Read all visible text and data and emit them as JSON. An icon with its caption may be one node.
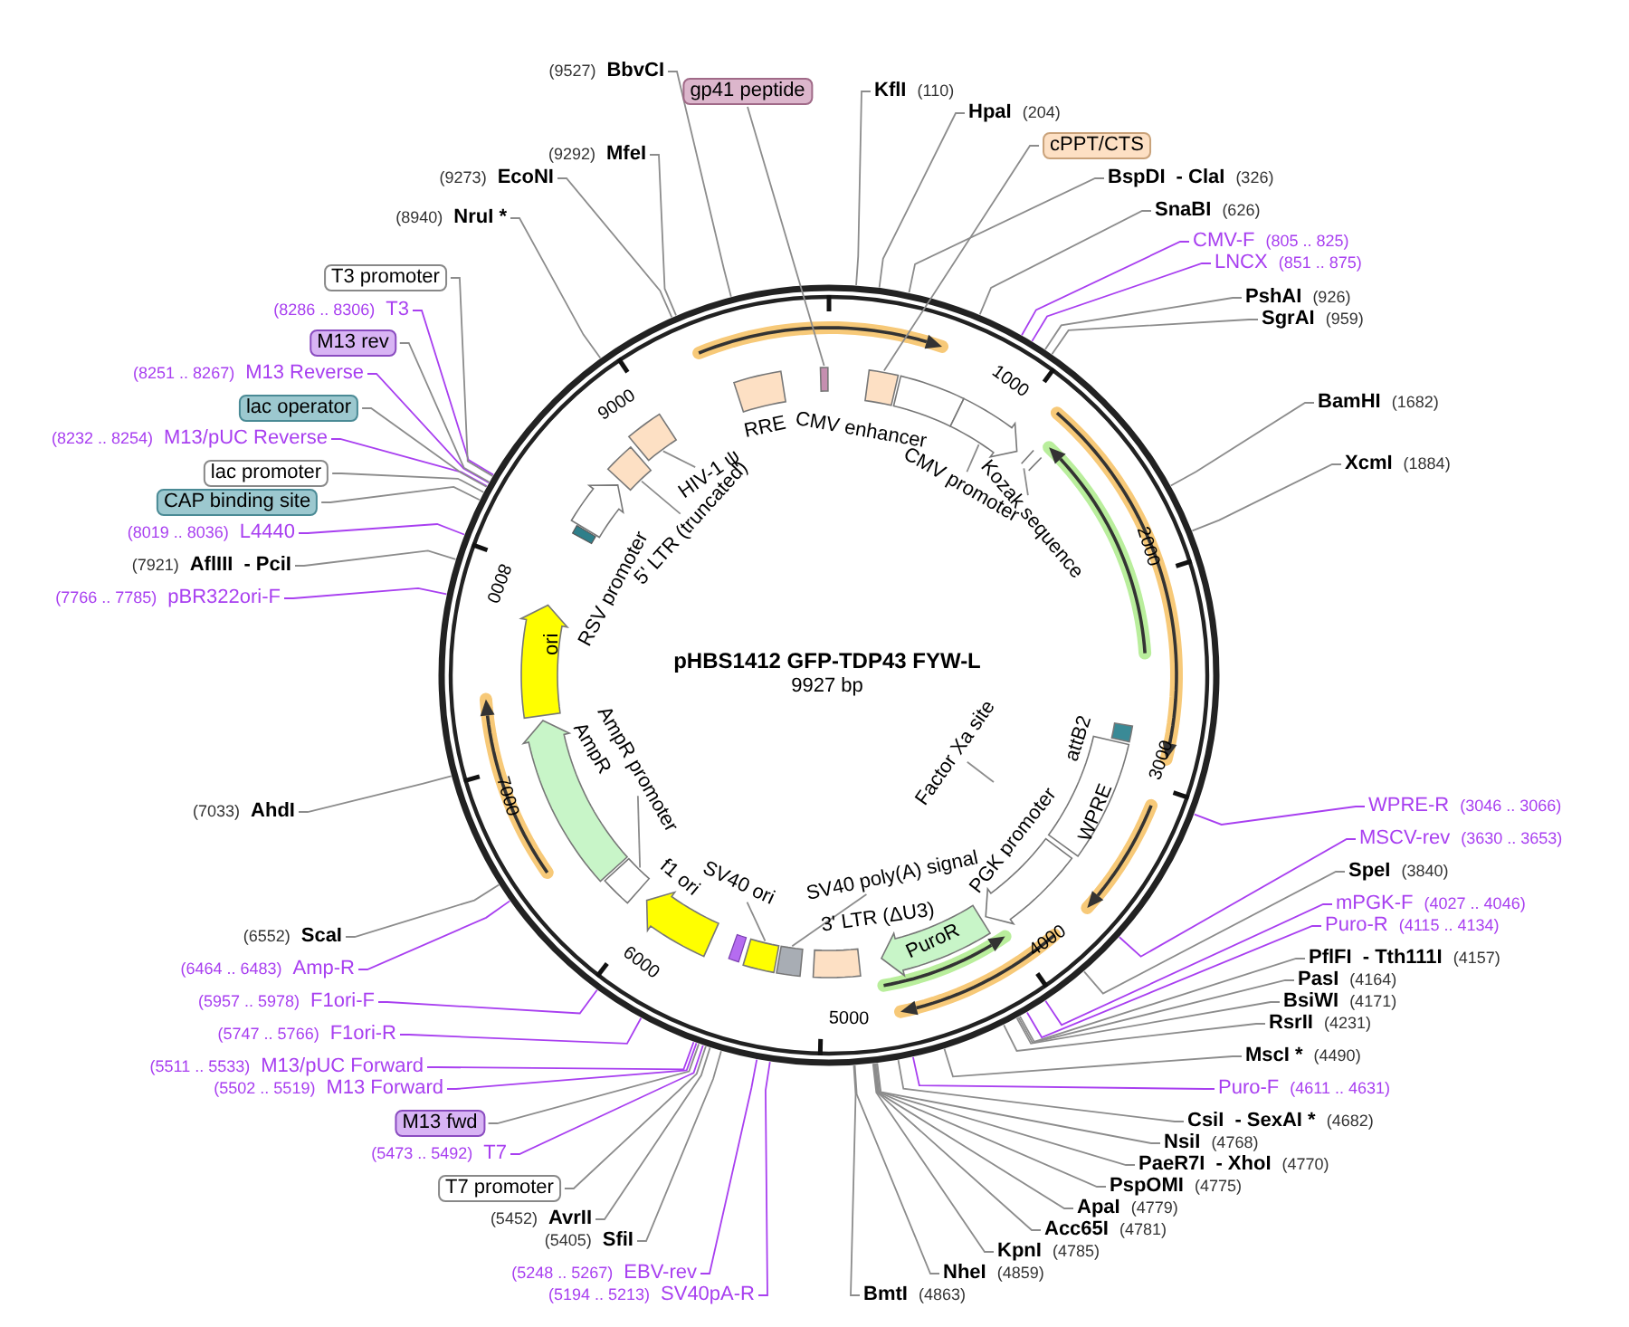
{
  "diagram": {
    "title": "pHBS1412 GFP-TDP43 FYW-L",
    "nodes": [
      {
        "text": [
          "KflI",
          "(110)"
        ]
      },
      {
        "text": [
          "HpaI",
          "(204)"
        ]
      },
      {
        "text": [
          "cPPT/CTS"
        ]
      },
      {
        "text": [
          "BspDI",
          "- ClaI",
          "(326)"
        ]
      },
      {
        "text": [
          "SnaBI",
          "(626)"
        ]
      },
      {
        "text": [
          "CMV-F",
          "(805 .. 825)"
        ]
      },
      {
        "text": [
          "LNCX",
          "(851 .. 875)"
        ]
      },
      {
        "text": [
          "PshAI",
          "(926)"
        ]
      },
      {
        "text": [
          "SgrAI",
          "(959)"
        ]
      },
      {
        "text": [
          "BamHI",
          "(1682)"
        ]
      },
      {
        "text": [
          "XcmI",
          "(1884)"
        ]
      },
      {
        "text": [
          "WPRE-R",
          "(3046 .. 3066)"
        ]
      },
      {
        "text": [
          "MSCV-rev",
          "(3630 .. 3653)"
        ]
      },
      {
        "text": [
          "SpeI",
          "(3840)"
        ]
      },
      {
        "text": [
          "mPGK-F",
          "(4027 .. 4046)"
        ]
      },
      {
        "text": [
          "Puro-R",
          "(4115 .. 4134)"
        ]
      },
      {
        "text": [
          "PflFI",
          "- Tth111I",
          "(4157)"
        ]
      },
      {
        "text": [
          "PasI",
          "(4164)"
        ]
      },
      {
        "text": [
          "BsiWI",
          "(4171)"
        ]
      },
      {
        "text": [
          "RsrII",
          "(4231)"
        ]
      },
      {
        "text": [
          "MscI *",
          "(4490)"
        ]
      },
      {
        "text": [
          "Puro-F",
          "(4611 .. 4631)"
        ]
      },
      {
        "text": [
          "CsiI",
          "- SexAI *",
          "(4682)"
        ]
      },
      {
        "text": [
          "NsiI",
          "(4768)"
        ]
      },
      {
        "text": [
          "PaeR7I",
          "- XhoI",
          "(4770)"
        ]
      },
      {
        "text": [
          "PspOMI",
          "(4775)"
        ]
      },
      {
        "text": [
          "ApaI",
          "(4779)"
        ]
      },
      {
        "text": [
          "Acc65I",
          "(4781)"
        ]
      },
      {
        "text": [
          "KpnI",
          "(4785)"
        ]
      },
      {
        "text": [
          "NheI",
          "(4859)"
        ]
      },
      {
        "text": [
          "BmtI",
          "(4863)"
        ]
      },
      {
        "text": [
          "(5194 .. 5213)",
          "SV40pA-R"
        ]
      },
      {
        "text": [
          "(5248 .. 5267)",
          "EBV-rev"
        ]
      },
      {
        "text": [
          "(5405)",
          "SfiI"
        ]
      },
      {
        "text": [
          "(5452)",
          "AvrII"
        ]
      },
      {
        "text": [
          "T7 promoter"
        ]
      },
      {
        "text": [
          "(5473 .. 5492)",
          "T7"
        ]
      },
      {
        "text": [
          "M13 fwd"
        ]
      },
      {
        "text": [
          "(5502 .. 5519)",
          "M13 Forward"
        ]
      },
      {
        "text": [
          "(5511 .. 5533)",
          "M13/pUC Forward"
        ]
      },
      {
        "text": [
          "(5747 .. 5766)",
          "F1ori-R"
        ]
      },
      {
        "text": [
          "(5957 .. 5978)",
          "F1ori-F"
        ]
      },
      {
        "text": [
          "(6464 .. 6483)",
          "Amp-R"
        ]
      },
      {
        "text": [
          "(6552)",
          "ScaI"
        ]
      },
      {
        "text": [
          "(7033)",
          "AhdI"
        ]
      },
      {
        "text": [
          "(7766 .. 7785)",
          "pBR322ori-F"
        ]
      },
      {
        "text": [
          "(7921)",
          "AflIII",
          "- PciI"
        ]
      },
      {
        "text": [
          "(8019 .. 8036)",
          "L4440"
        ]
      },
      {
        "text": [
          "CAP binding site"
        ]
      },
      {
        "text": [
          "lac promoter"
        ]
      },
      {
        "text": [
          "(8232 .. 8254)",
          "M13/pUC Reverse"
        ]
      },
      {
        "text": [
          "lac operator"
        ]
      },
      {
        "text": [
          "(8251 .. 8267)",
          "M13 Reverse"
        ]
      },
      {
        "text": [
          "M13 rev"
        ]
      },
      {
        "text": [
          "(8286 .. 8306)",
          "T3"
        ]
      },
      {
        "text": [
          "T3 promoter"
        ]
      },
      {
        "text": [
          "(8940)",
          "NruI *"
        ]
      },
      {
        "text": [
          "(9273)",
          "EcoNI"
        ]
      },
      {
        "text": [
          "(9292)",
          "MfeI"
        ]
      },
      {
        "text": [
          "(9527)",
          "BbvCI"
        ]
      },
      {
        "text": [
          "gp41 peptide"
        ]
      },
      {
        "text": [],
        "shape": "box"
      },
      {
        "text": [],
        "shape": "box",
        "beside": [
          "RRE"
        ]
      },
      {
        "text": [],
        "shape": "box"
      },
      {
        "text": [],
        "shape": "box",
        "beside": [
          "CMV enhancer"
        ]
      },
      {
        "text": [],
        "shape": "arrow"
      },
      {
        "text": [],
        "shape": "box"
      },
      {
        "text": [],
        "shape": "box"
      },
      {
        "text": [],
        "shape": "arrow",
        "beside": [
          "RSV promoter"
        ]
      },
      {
        "text": [
          "ori"
        ]
      },
      {
        "text": [],
        "shape": "arrow",
        "beside": [
          "AmpR"
        ]
      },
      {
        "text": [],
        "shape": "box"
      },
      {
        "text": [],
        "shape": "arrow",
        "beside": [
          "f1 ori"
        ]
      },
      {
        "text": [],
        "shape": "box"
      },
      {
        "text": [],
        "shape": "box"
      },
      {
        "text": [],
        "shape": "box"
      },
      {
        "text": [
          "PuroR"
        ]
      },
      {
        "text": [],
        "shape": "arrow",
        "beside": [
          "PGK promoter"
        ]
      },
      {
        "text": [
          "WPRE"
        ]
      },
      {
        "text": [],
        "shape": "box"
      },
      {
        "text": [
          "CMV promoter"
        ]
      },
      {
        "text": [
          "Kozak sequence"
        ]
      },
      {
        "text": [
          "HIV-1 ψ"
        ]
      },
      {
        "text": [
          "5' LTR (truncated)"
        ]
      },
      {
        "text": [
          "AmpR promoter"
        ]
      },
      {
        "text": [
          "SV40 ori"
        ]
      },
      {
        "text": [
          "SV40 poly(A) signal"
        ]
      },
      {
        "text": [
          "Factor Xa site"
        ]
      },
      {
        "text": [],
        "shape": "bar"
      }
    ],
    "edges": [
      {
        "from": 0,
        "to": null,
        "arrow": "none"
      },
      {
        "from": 1,
        "to": null,
        "arrow": "none"
      },
      {
        "from": 2,
        "to": 63,
        "arrow": "none"
      },
      {
        "from": 3,
        "to": null,
        "arrow": "none"
      },
      {
        "from": 4,
        "to": null,
        "arrow": "none"
      },
      {
        "from": 5,
        "to": null,
        "arrow": "none",
        "color": "#a83ff0"
      },
      {
        "from": 6,
        "to": null,
        "arrow": "none",
        "color": "#a83ff0"
      },
      {
        "from": 7,
        "to": null,
        "arrow": "none"
      },
      {
        "from": 8,
        "to": null,
        "arrow": "none"
      },
      {
        "from": 9,
        "to": null,
        "arrow": "none"
      },
      {
        "from": 10,
        "to": null,
        "arrow": "none"
      },
      {
        "from": 11,
        "to": null,
        "arrow": "none",
        "color": "#a83ff0"
      },
      {
        "from": 12,
        "to": null,
        "arrow": "none",
        "color": "#a83ff0"
      },
      {
        "from": 13,
        "to": null,
        "arrow": "none"
      },
      {
        "from": 14,
        "to": null,
        "arrow": "none",
        "color": "#a83ff0"
      },
      {
        "from": 15,
        "to": null,
        "arrow": "none",
        "color": "#a83ff0"
      },
      {
        "from": 16,
        "to": null,
        "arrow": "none"
      },
      {
        "from": 17,
        "to": null,
        "arrow": "none"
      },
      {
        "from": 18,
        "to": null,
        "arrow": "none"
      },
      {
        "from": 19,
        "to": null,
        "arrow": "none"
      },
      {
        "from": 20,
        "to": null,
        "arrow": "none"
      },
      {
        "from": 21,
        "to": null,
        "arrow": "none",
        "color": "#a83ff0"
      },
      {
        "from": 22,
        "to": null,
        "arrow": "none"
      },
      {
        "from": 23,
        "to": null,
        "arrow": "none"
      },
      {
        "from": 24,
        "to": null,
        "arrow": "none"
      },
      {
        "from": 25,
        "to": null,
        "arrow": "none"
      },
      {
        "from": 26,
        "to": null,
        "arrow": "none"
      },
      {
        "from": 27,
        "to": null,
        "arrow": "none"
      },
      {
        "from": 28,
        "to": null,
        "arrow": "none"
      },
      {
        "from": 29,
        "to": null,
        "arrow": "none"
      },
      {
        "from": 30,
        "to": null,
        "arrow": "none"
      },
      {
        "from": 31,
        "to": null,
        "arrow": "none",
        "color": "#a83ff0"
      },
      {
        "from": 32,
        "to": null,
        "arrow": "none",
        "color": "#a83ff0"
      },
      {
        "from": 33,
        "to": null,
        "arrow": "none"
      },
      {
        "from": 34,
        "to": null,
        "arrow": "none"
      },
      {
        "from": 35,
        "to": null,
        "arrow": "none"
      },
      {
        "from": 36,
        "to": null,
        "arrow": "none",
        "color": "#a83ff0"
      },
      {
        "from": 37,
        "to": null,
        "arrow": "none"
      },
      {
        "from": 38,
        "to": null,
        "arrow": "none",
        "color": "#a83ff0"
      },
      {
        "from": 39,
        "to": null,
        "arrow": "none",
        "color": "#a83ff0"
      },
      {
        "from": 40,
        "to": null,
        "arrow": "none",
        "color": "#a83ff0"
      },
      {
        "from": 41,
        "to": null,
        "arrow": "none",
        "color": "#a83ff0"
      },
      {
        "from": 42,
        "to": null,
        "arrow": "none",
        "color": "#a83ff0"
      },
      {
        "from": 43,
        "to": null,
        "arrow": "none"
      },
      {
        "from": 44,
        "to": null,
        "arrow": "none"
      },
      {
        "from": 45,
        "to": null,
        "arrow": "none",
        "color": "#a83ff0"
      },
      {
        "from": 46,
        "to": null,
        "arrow": "none"
      },
      {
        "from": 47,
        "to": null,
        "arrow": "none",
        "color": "#a83ff0"
      },
      {
        "from": 48,
        "to": null,
        "arrow": "none"
      },
      {
        "from": 49,
        "to": null,
        "arrow": "none"
      },
      {
        "from": 50,
        "to": null,
        "arrow": "none",
        "color": "#a83ff0"
      },
      {
        "from": 51,
        "to": null,
        "arrow": "none"
      },
      {
        "from": 52,
        "to": null,
        "arrow": "none",
        "color": "#a83ff0"
      },
      {
        "from": 53,
        "to": null,
        "arrow": "none"
      },
      {
        "from": 54,
        "to": null,
        "arrow": "none",
        "color": "#a83ff0"
      },
      {
        "from": 55,
        "to": null,
        "arrow": "none"
      },
      {
        "from": 56,
        "to": null,
        "arrow": "none"
      },
      {
        "from": 57,
        "to": null,
        "arrow": "none"
      },
      {
        "from": 58,
        "to": null,
        "arrow": "none"
      },
      {
        "from": 59,
        "to": null,
        "arrow": "none"
      },
      {
        "from": 60,
        "to": 61,
        "arrow": "none"
      },
      {
        "from": 80,
        "to": 65,
        "arrow": "none"
      },
      {
        "from": 81,
        "to": 88,
        "arrow": "none"
      },
      {
        "from": 82,
        "to": 66,
        "arrow": "none"
      },
      {
        "from": 83,
        "to": 67,
        "arrow": "none"
      },
      {
        "from": 84,
        "to": 71,
        "arrow": "none"
      },
      {
        "from": 85,
        "to": 73,
        "arrow": "none"
      },
      {
        "from": 86,
        "to": 74,
        "arrow": "none"
      },
      {
        "from": 87,
        "to": null,
        "arrow": "none"
      }
    ],
    "labels": [
      "9927 bp",
      "1000",
      "2000",
      "3000",
      "4000",
      "5000",
      "6000",
      "7000",
      "8000",
      "9000",
      "3' LTR (ΔU3)",
      "attB2"
    ]
  }
}
